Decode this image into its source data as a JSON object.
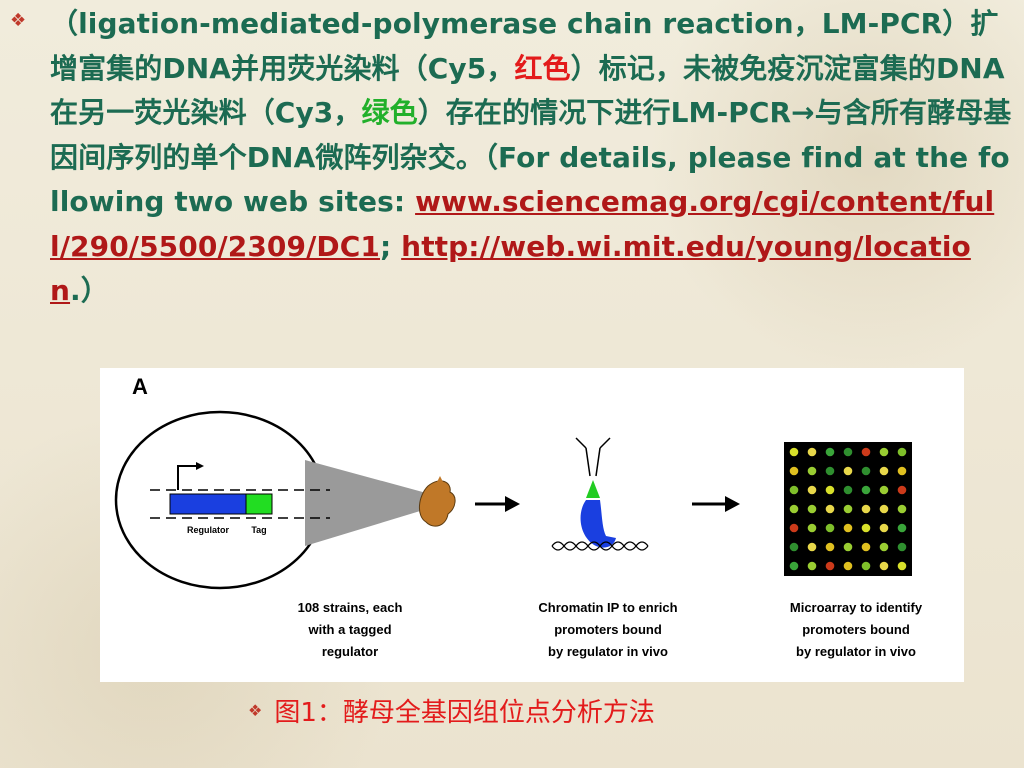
{
  "slide": {
    "bullet_icon": "diamond-bullet-icon",
    "text_parts": {
      "p1": "（ligation-mediated-polymerase chain reaction，LM-PCR）扩增富集的DNA并用荧光染料（Cy5，",
      "red_word": "红色",
      "p2": "）标记，未被免疫沉淀富集的DNA在另一荧光染料（Cy3，",
      "green_word": "绿色",
      "p3": "）存在的情况下进行LM-PCR→与含所有酵母基因间序列的单个DNA微阵列杂交。（For details, please find at the following two web sites:",
      "link1": "www.sciencemag.org/cgi/content/full/290/5500/2309/DC1",
      "sep": ";",
      "link2": "http://web.wi.mit.edu/young/location",
      "end": ".）"
    },
    "caption": "图1：酵母全基因组位点分析方法"
  },
  "figure": {
    "panel_label": "A",
    "regulator_label": "Regulator",
    "tag_label": "Tag",
    "step1_lines": [
      "108 strains, each",
      "with a tagged",
      "regulator"
    ],
    "step2_lines": [
      "Chromatin IP to enrich",
      "promoters bound",
      "by regulator in vivo"
    ],
    "step3_lines": [
      "Microarray to identify",
      "promoters bound",
      "by regulator in vivo"
    ]
  }
}
